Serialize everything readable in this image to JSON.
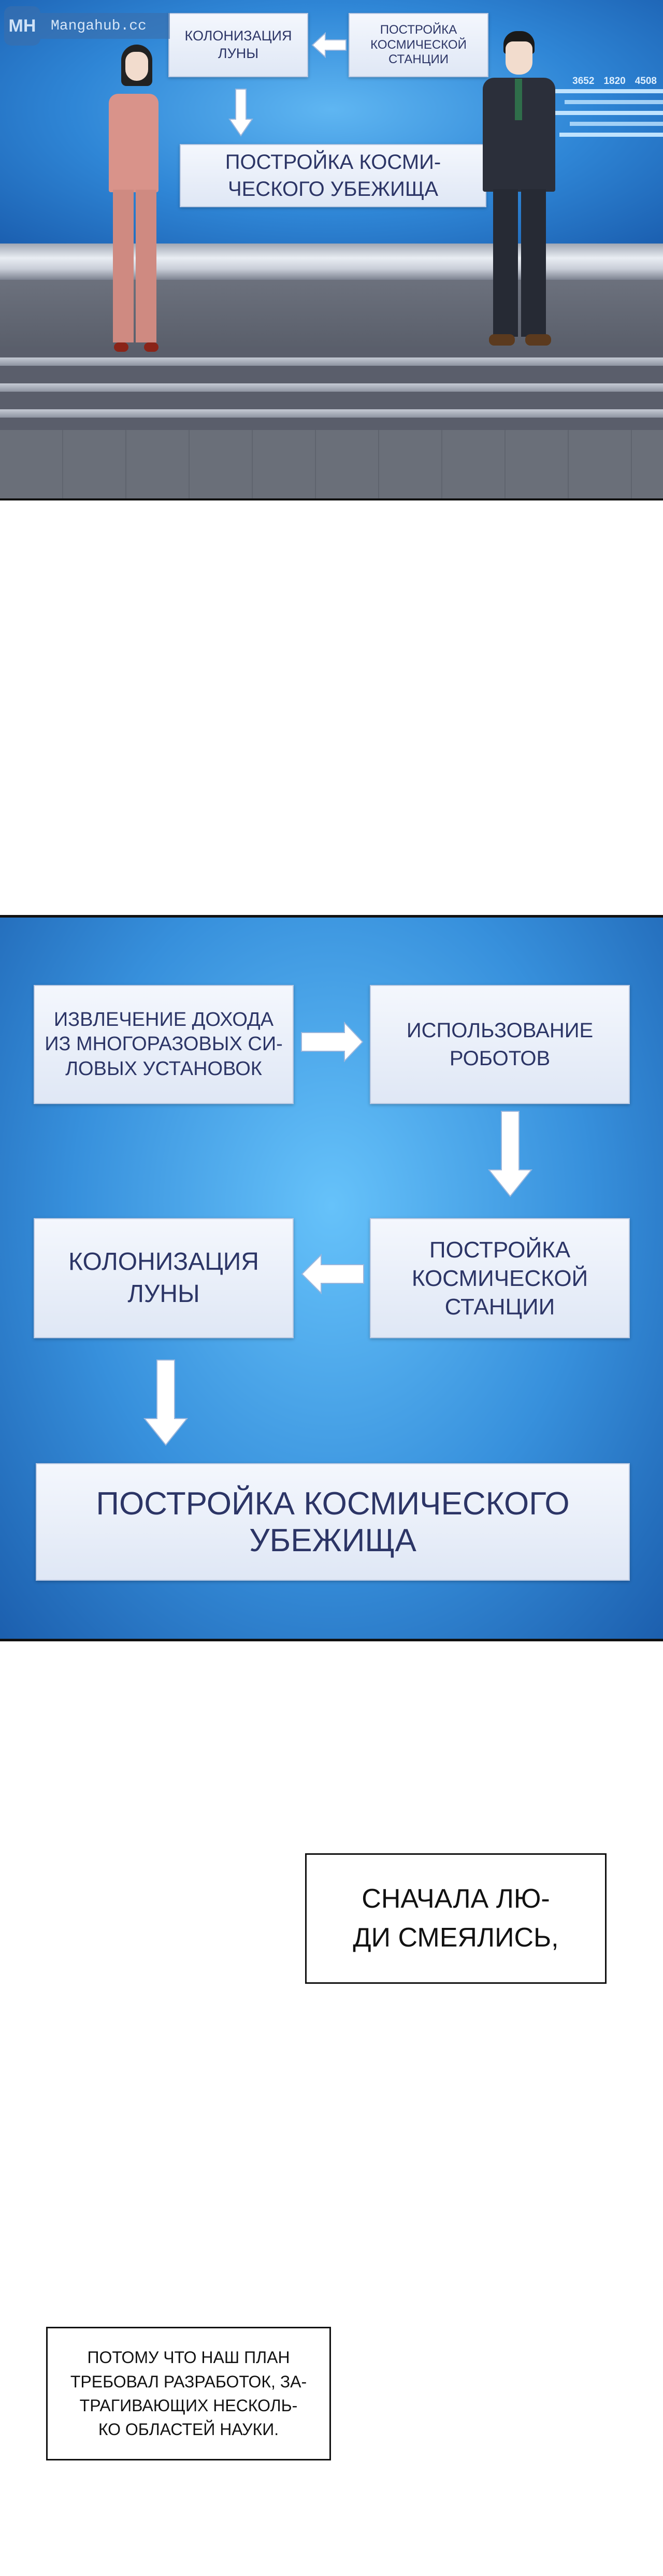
{
  "watermark": {
    "logo": "MH",
    "site": "Mangahub.cc"
  },
  "panel1": {
    "boxes": {
      "moon": "Колонизация\nлуны",
      "station": "Постройка\nкосмической\nстанции",
      "shelter": "Постройка косми-\nческого убежища"
    },
    "stats": [
      "3652",
      "1820",
      "4508"
    ]
  },
  "panel2": {
    "boxes": {
      "income": "Извлечение дохода\nиз многоразовых си-\nловых установок",
      "robots": "Использование\nроботов",
      "station": "Постройка\nкосмической\nстанции",
      "moon": "Колонизация\nлуны",
      "shelter": "Постройка космического убежища"
    }
  },
  "captions": {
    "first": "Сначала лю-\nди смеялись,",
    "second": "потому что наш план\nтребовал разработок, за-\nтрагивающих несколь-\nко областей науки."
  },
  "colors": {
    "screen_blue": "#2f86d6",
    "box_text": "#2c3566"
  }
}
